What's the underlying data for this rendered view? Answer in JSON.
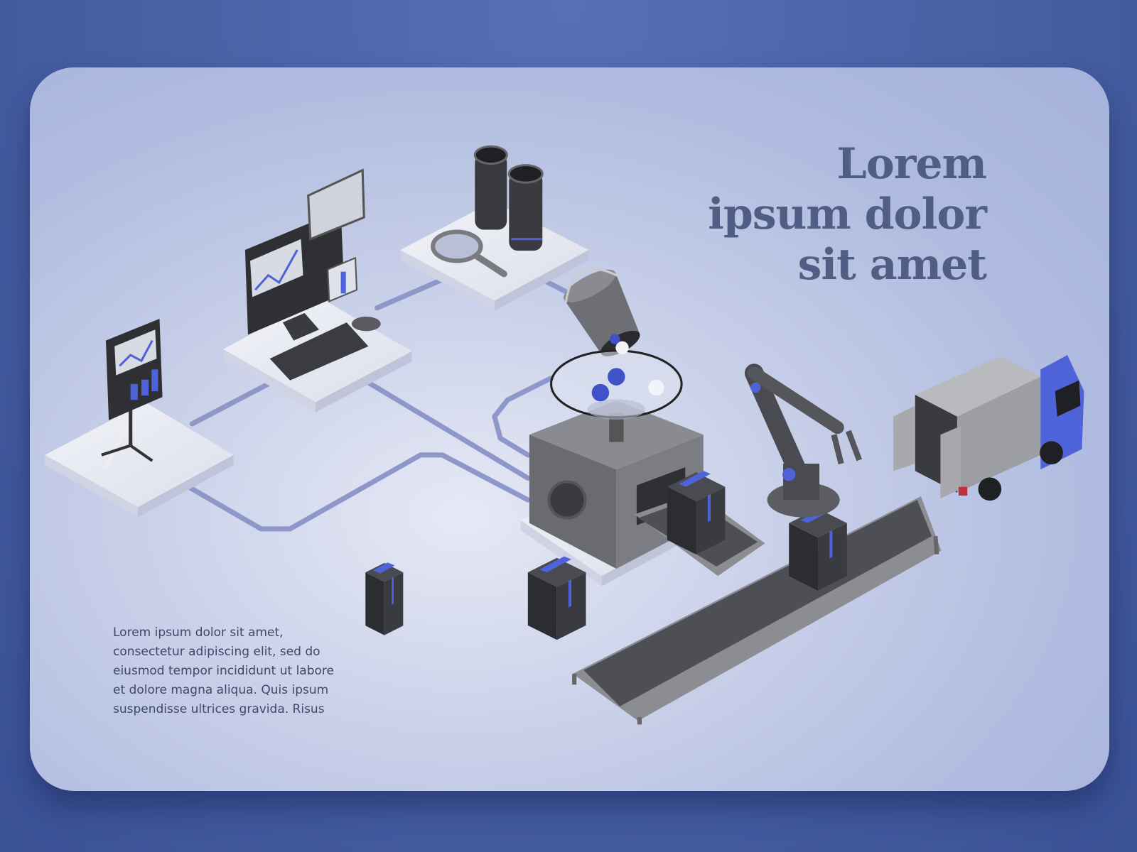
{
  "heading": {
    "lines": [
      "Lorem",
      "ipsum dolor",
      "sit amet"
    ]
  },
  "paragraph": {
    "lines": [
      "Lorem ipsum dolor sit amet,",
      "consectetur adipiscing elit, sed do",
      "eiusmod tempor incididunt ut labore",
      "et dolore magna aliqua. Quis ipsum",
      "suspendisse ultrices gravida. Risus"
    ]
  },
  "colors": {
    "accent": "#4f63d9",
    "heading": "#505e85",
    "body_text": "#3f4866",
    "machine_gray": "#6e6f74",
    "dark": "#2f3034"
  },
  "icons": [
    "presentation-easel-icon",
    "computer-monitor-icon",
    "binoculars-icon",
    "magnifier-icon",
    "bucket-icon",
    "hopper-bowl-icon",
    "machine-icon",
    "conveyor-belt-icon",
    "robot-arm-icon",
    "delivery-truck-icon",
    "package-box-icon"
  ]
}
